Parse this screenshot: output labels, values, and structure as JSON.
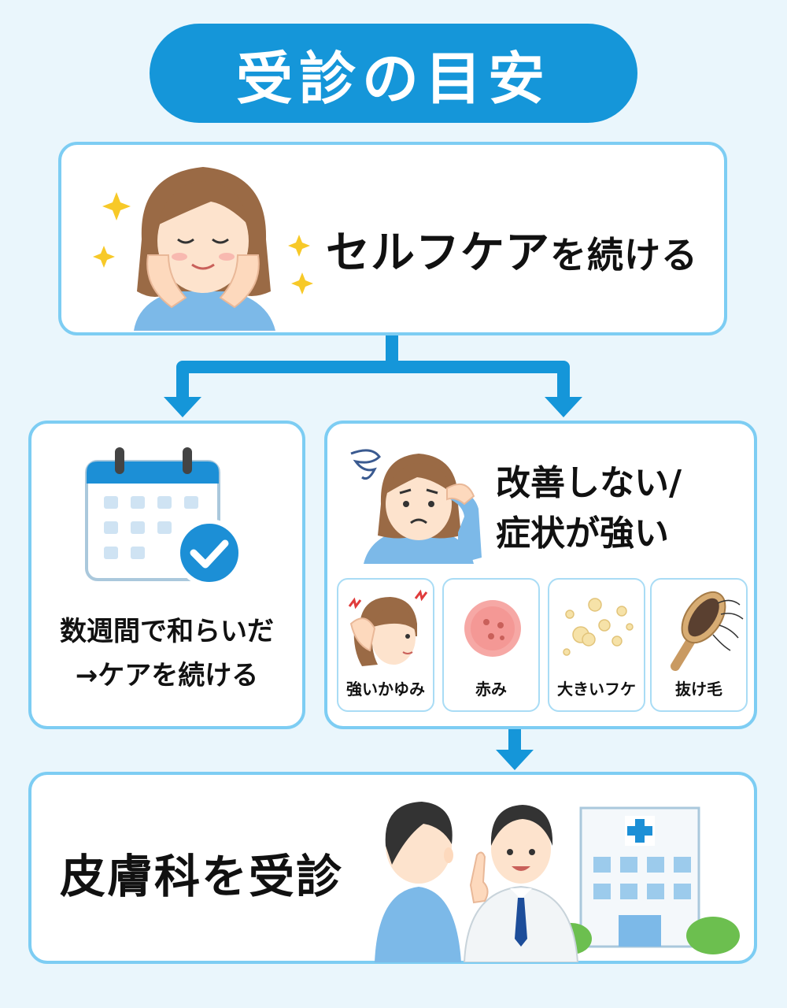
{
  "title": "受診の目安",
  "selfcare": {
    "main": "セルフケア",
    "rest": "を続ける"
  },
  "weeks": {
    "line1": "数週間で和らいだ",
    "line2": "→ケアを続ける"
  },
  "severe": {
    "line1": "改善しない/",
    "line2": "症状が強い",
    "symptoms": [
      {
        "label": "強いかゆみ",
        "icon": "itchy-scalp-icon"
      },
      {
        "label": "赤み",
        "icon": "redness-icon"
      },
      {
        "label": "大きいフケ",
        "icon": "dandruff-icon"
      },
      {
        "label": "抜け毛",
        "icon": "hair-loss-brush-icon"
      }
    ]
  },
  "derm": {
    "label": "皮膚科を受診"
  },
  "colors": {
    "primary": "#1596d9",
    "card_border": "#7dcdf3",
    "background": "#eaf6fc",
    "check": "#1c8fd6"
  }
}
